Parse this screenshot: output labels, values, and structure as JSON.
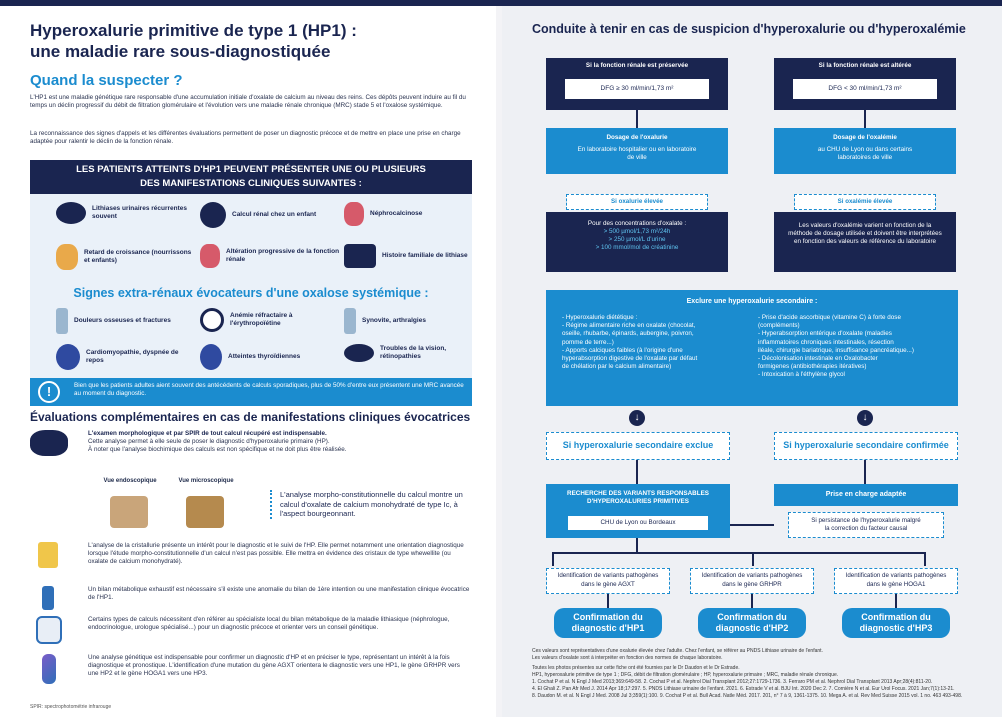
{
  "left": {
    "title_l1": "Hyperoxalurie primitive de type 1 (HP1) :",
    "title_l2": "une maladie rare sous-diagnostiquée",
    "section1": "Quand la suspecter ?",
    "intro1": "L'HP1 est une maladie génétique rare responsable d'une accumulation initiale d'oxalate de calcium au niveau des reins. Ces dépôts peuvent induire au fil du temps un déclin progressif du débit de filtration glomérulaire et l'évolution vers une maladie rénale chronique (MRC) stade 5 et l'oxalose systémique.",
    "intro2": "La reconnaissance des signes d'appels et les différentes évaluations permettent de poser un diagnostic précoce et de mettre en place une prise en charge adaptée pour ralentir le déclin de la fonction rénale.",
    "banner_l1": "LES PATIENTS ATTEINTS D'HP1 PEUVENT PRÉSENTER UNE OU PLUSIEURS",
    "banner_l2": "DES MANIFESTATIONS CLINIQUES SUIVANTES :",
    "renal": [
      "Lithiases urinaires récurrentes souvent",
      "Calcul rénal chez un enfant",
      "Néphrocalcinose",
      "Retard de croissance (nourrissons et enfants)",
      "Altération progressive de la fonction rénale",
      "Histoire familiale de lithiase"
    ],
    "extra_title": "Signes extra-rénaux évocateurs d'une oxalose systémique :",
    "extra": [
      "Douleurs osseuses et fractures",
      "Anémie réfractaire à l'érythropoïétine",
      "Synovite, arthralgies",
      "Cardiomyopathie, dyspnée de repos",
      "Atteintes thyroïdiennes",
      "Troubles de la vision, rétinopathies"
    ],
    "info_text": "Bien que les patients adultes aient souvent des antécédents de calculs sporadiques, plus de 50% d'entre eux présentent une MRC avancée au moment du diagnostic.",
    "eval_title": "Évaluations complémentaires en cas de manifestations cliniques évocatrices",
    "eval1_l1": "L'examen morphologique et par SPIR de tout calcul récupéré est indispensable.",
    "eval1_l2": "Cette analyse permet à elle seule de poser le diagnostic d'hyperoxalurie primaire (HP).",
    "eval1_l3": "À noter que l'analyse biochimique des calculs est non spécifique et ne doit plus être réalisée.",
    "thumb1": "Vue endoscopique",
    "thumb2": "Vue microscopique",
    "quote": "L'analyse morpho-constitutionnelle du calcul montre un calcul d'oxalate de calcium monohydraté de type Ic, à l'aspect bourgeonnant.",
    "eval2": "L'analyse de la cristallurie présente un intérêt pour le diagnostic et le suivi de l'HP. Elle permet notamment une orientation diagnostique lorsque l'étude morpho-constitutionnelle d'un calcul n'est pas possible. Elle mettra en évidence des cristaux de type whewellite (ou oxalate de calcium monohydraté).",
    "eval3": "Un bilan métabolique exhaustif est nécessaire s'il existe une anomalie du bilan de 1ère intention ou une manifestation clinique évocatrice de l'HP1.",
    "eval4": "Certains types de calculs nécessitent d'en référer au spécialiste local du bilan métabolique de la maladie lithiasique (néphrologue, endocrinologue, urologue spécialisé...) pour un diagnostic précoce et orienter vers un conseil génétique.",
    "eval5": "Une analyse génétique est indispensable pour confirmer un diagnostic d'HP et en préciser le type, représentant un intérêt à la fois diagnostique et pronostique. L'identification d'une mutation du gène AGXT orientera le diagnostic vers une HP1, le gène GRHPR vers une HP2 et le gène HOGA1 vers une HP3.",
    "footnote": "SPIR: spectrophotométrie infrarouge"
  },
  "right": {
    "title": "Conduite à tenir en cas de suspicion d'hyperoxalurie ou d'hyperoxalémie",
    "col1_head": "Si la fonction rénale est préservée",
    "col1_dfg": "DFG ≥ 30 ml/min/1,73 m²",
    "col1_dosage": "Dosage de l'oxalurie",
    "col1_lab": "En laboratoire hospitalier ou en laboratoire de ville",
    "col1_eleve": "Si oxalurie élevée",
    "col1_conc": "Pour des concentrations d'oxalate :",
    "col1_v1": "> 500 µmol/1,73 m²/24h",
    "col1_v2": "> 250 µmol/L d'urine",
    "col1_v3": "> 100 mmol/mol de créatinine",
    "col2_head": "Si la fonction rénale est altérée",
    "col2_dfg": "DFG < 30 ml/min/1,73 m²",
    "col2_dosage": "Dosage de l'oxalémie",
    "col2_lab": "au CHU de Lyon ou dans certains laboratoires de ville",
    "col2_eleve": "Si oxalémie élevée",
    "col2_text": "Les valeurs d'oxalémie varient en fonction de la méthode de dosage utilisée et doivent être interprétées en fonction des valeurs de référence du laboratoire",
    "excl_title": "Exclure une hyperoxalurie secondaire :",
    "excl_left": [
      "- Hyperoxalurie diététique :",
      "  - Régime alimentaire riche en oxalate (chocolat,",
      "    oseille, rhubarbe, épinards, aubergine, poivron,",
      "    pomme de terre...)",
      "  - Apports calciques faibles (à l'origine d'une",
      "    hyperabsorption digestive de l'oxalate par défaut",
      "    de chélation par le calcium alimentaire)"
    ],
    "excl_right": [
      "- Prise d'acide ascorbique (vitamine C) à forte dose",
      "  (compléments)",
      "- Hyperabsorption entérique d'oxalate (maladies",
      "  inflammatoires chroniques intestinales, résection",
      "  iléale, chirurgie bariatrique, insuffisance pancréatique...)",
      "- Décolonisation intestinale en Oxalobacter",
      "  formigenes (antibiothérapies itératives)",
      "- Intoxication à l'éthylène glycol"
    ],
    "exclue": "Si hyperoxalurie secondaire exclue",
    "confirmee": "Si hyperoxalurie secondaire confirmée",
    "recherche_l1": "RECHERCHE DES VARIANTS RESPONSABLES",
    "recherche_l2": "D'HYPEROXALURIES PRIMITIVES",
    "chu": "CHU de Lyon ou Bordeaux",
    "prise": "Prise en charge adaptée",
    "persist": "Si persistance de l'hyperoxalurie malgré la correction du facteur causal",
    "ident1": "Identification de variants pathogènes dans le gène AGXT",
    "ident2": "Identification de variants pathogènes dans le gène GRHPR",
    "ident3": "Identification de variants pathogènes dans le gène HOGA1",
    "conf1": "Confirmation du diagnostic d'HP1",
    "conf2": "Confirmation du diagnostic d'HP2",
    "conf3": "Confirmation du diagnostic d'HP3",
    "ref1": "Ces valeurs sont représentatives d'une oxalurie élevée chez l'adulte. Chez l'enfant, se référer au PNDS Lithiase urinaire de l'enfant.",
    "ref2": "Les valeurs d'oxalate sont à interpréter en fonction des normes de chaque laboratoire.",
    "ref3": "Toutes les photos présentes sur cette fiche ont été fournies par le Dr Daudon et le Dr Estrade.",
    "ref4": "HP1, hyperoxalurie primitive de type 1 ; DFG, débit de filtration glomérulaire ; HP, hyperoxalurie primaire ; MRC, maladie rénale chronique.",
    "ref5": "1. Cochat P et al. N Engl J Med 2013;369:649-58. 2. Cochat P et al. Nephrol Dial Transplant 2012;27:1729-1736. 3. Ferraro PM et al. Nephrol Dial Transplant 2013 Apr;28(4):811-20.",
    "ref6": "4. El Ghali Z. Pan Afr Med J. 2014 Apr 18;17:297. 5. PNDS Lithiase urinaire de l'enfant. 2021. 6. Estrade V et al. BJU Int. 2020 Dec 2. 7. Cornière N et al. Eur Urol Focus. 2021 Jan;7(1):13-21.",
    "ref7": "8. Daudon M. et al. N Engl J Med. 2008 Jul 3;359(1):100. 9. Cochat P et al. Bull Acad. Natle Méd. 2017. 201, n° 7 à 9, 1361-1375. 10. Mega A. et al. Rev Med Suisse 2015 vol. 1 no. 463 493-498."
  }
}
